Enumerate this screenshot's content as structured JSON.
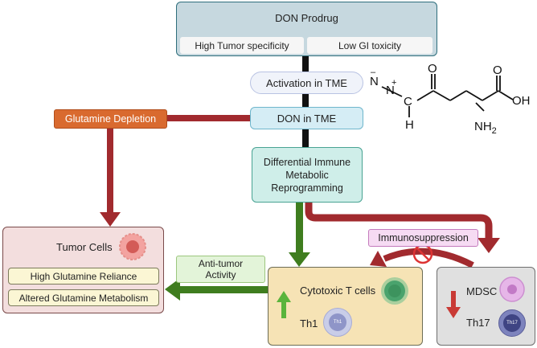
{
  "prodrug": {
    "title": "DON Prodrug",
    "feature_1": "High Tumor specificity",
    "feature_2": "Low GI toxicity"
  },
  "activation": "Activation in TME",
  "don_tme": "DON in TME",
  "glutamine_depletion": "Glutamine Depletion",
  "reprogramming": "Differential Immune Metabolic Reprogramming",
  "tumor": {
    "title": "Tumor Cells",
    "item_1": "High Glutamine Reliance",
    "item_2": "Altered Glutamine Metabolism"
  },
  "anti_tumor": "Anti-tumor Activity",
  "immunosuppression": "Immunosuppression",
  "tcells": {
    "cytotoxic": "Cytotoxic T cells",
    "th1": "Th1",
    "th1_badge": "Th1"
  },
  "suppressive": {
    "mdsc": "MDSC",
    "th17": "Th17",
    "th17_badge": "Th17"
  },
  "molecule": {
    "o_top": "O",
    "o_acid": "O",
    "oh": "OH",
    "nh2": "NH",
    "nh2_sub": "2",
    "n_minus": "N",
    "n_plus": "N",
    "c": "C",
    "h": "H",
    "minus": "–",
    "plus": "+"
  },
  "colors": {
    "prodrug_bg": "#c6d8df",
    "pill_bg": "#f0f3fa",
    "don_tme_bg": "#d5edf5",
    "reprogram_bg": "#cfeee9",
    "glutamine_bg": "#d96a2f",
    "tumor_bg": "#f3dede",
    "tumor_item_bg": "#fbf6d4",
    "tcell_bg": "#f6e3b5",
    "suppress_bg": "#e0e0e0",
    "immuno_bg": "#f6dbf3",
    "antitumor_bg": "#e3f4d9",
    "dark_red": "#a12a2e",
    "green": "#3f7d1f"
  }
}
